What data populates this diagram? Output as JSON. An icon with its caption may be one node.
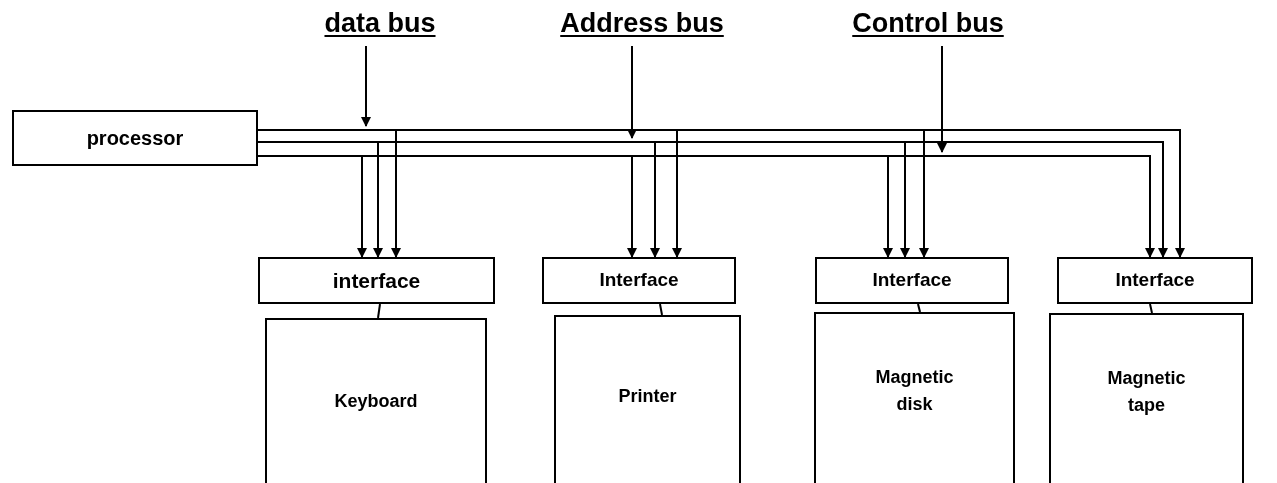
{
  "diagram": {
    "nodes": [
      {
        "text": [
          "processor"
        ]
      },
      {
        "text": [
          "data bus"
        ]
      },
      {
        "text": [
          "Address bus"
        ]
      },
      {
        "text": [
          "Control bus"
        ]
      },
      {
        "text": [
          "interface"
        ]
      },
      {
        "text": [
          "Interface"
        ]
      },
      {
        "text": [
          "Interface"
        ]
      },
      {
        "text": [
          "Interface"
        ]
      },
      {
        "text": [
          "Keyboard"
        ]
      },
      {
        "text": [
          "Printer"
        ]
      },
      {
        "text": [
          "Magnetic disk"
        ]
      },
      {
        "text": [
          "Magnetic tape"
        ]
      }
    ],
    "edges": [
      {
        "from": 0,
        "to": 4,
        "arrow": "to"
      },
      {
        "from": 0,
        "to": 5,
        "arrow": "to"
      },
      {
        "from": 0,
        "to": 6,
        "arrow": "to"
      },
      {
        "from": 0,
        "to": 7,
        "arrow": "to"
      },
      {
        "from": 0,
        "to": 4,
        "arrow": "to"
      },
      {
        "from": 0,
        "to": 5,
        "arrow": "to"
      },
      {
        "from": 0,
        "to": 6,
        "arrow": "to"
      },
      {
        "from": 0,
        "to": 7,
        "arrow": "to"
      },
      {
        "from": 0,
        "to": 4,
        "arrow": "to"
      },
      {
        "from": 0,
        "to": 5,
        "arrow": "to"
      },
      {
        "from": 0,
        "to": 6,
        "arrow": "to"
      },
      {
        "from": 0,
        "to": 7,
        "arrow": "to"
      },
      {
        "from": 1,
        "to": null,
        "arrow": "to"
      },
      {
        "from": 2,
        "to": null,
        "arrow": "to"
      },
      {
        "from": 3,
        "to": null,
        "arrow": "to"
      },
      {
        "from": 4,
        "to": 8,
        "arrow": "none"
      },
      {
        "from": 5,
        "to": 9,
        "arrow": "none"
      },
      {
        "from": 6,
        "to": 10,
        "arrow": "none"
      },
      {
        "from": 7,
        "to": 11,
        "arrow": "none"
      }
    ]
  }
}
